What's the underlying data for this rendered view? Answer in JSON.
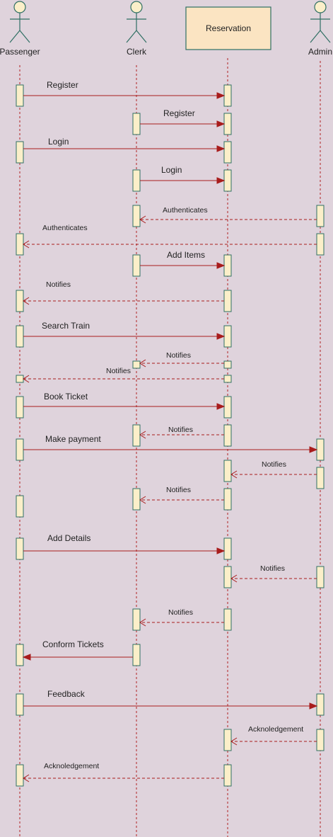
{
  "colors": {
    "background": "#dfd3dc",
    "lifeline": "#b22222",
    "activation_fill": "#fbefc9",
    "activation_stroke": "#2f6f63",
    "actor_stroke": "#2f6f63",
    "actor_fill": "#fbefc9",
    "object_fill": "#fbe4c2",
    "object_stroke": "#2f6f63",
    "arrow": "#a81c1c",
    "text": "#222222"
  },
  "participants": [
    {
      "id": "passenger",
      "label": "Passenger",
      "type": "actor"
    },
    {
      "id": "clerk",
      "label": "Clerk",
      "type": "actor"
    },
    {
      "id": "reservation",
      "label": "Reservation",
      "type": "object"
    },
    {
      "id": "admin",
      "label": "Admin",
      "type": "actor"
    }
  ],
  "messages": [
    {
      "from": "passenger",
      "to": "reservation",
      "label": "Register",
      "kind": "sync"
    },
    {
      "from": "clerk",
      "to": "reservation",
      "label": "Register",
      "kind": "sync"
    },
    {
      "from": "passenger",
      "to": "reservation",
      "label": "Login",
      "kind": "sync"
    },
    {
      "from": "clerk",
      "to": "reservation",
      "label": "Login",
      "kind": "sync"
    },
    {
      "from": "admin",
      "to": "clerk",
      "label": "Authenticates",
      "kind": "return"
    },
    {
      "from": "admin",
      "to": "passenger",
      "label": "Authenticates",
      "kind": "return"
    },
    {
      "from": "clerk",
      "to": "reservation",
      "label": "Add Items",
      "kind": "sync"
    },
    {
      "from": "reservation",
      "to": "passenger",
      "label": "Notifies",
      "kind": "return"
    },
    {
      "from": "passenger",
      "to": "reservation",
      "label": "Search Train",
      "kind": "sync"
    },
    {
      "from": "reservation",
      "to": "clerk",
      "label": "Notifies",
      "kind": "return"
    },
    {
      "from": "reservation",
      "to": "passenger",
      "label": "Notifies",
      "kind": "return"
    },
    {
      "from": "passenger",
      "to": "reservation",
      "label": "Book Ticket",
      "kind": "sync"
    },
    {
      "from": "reservation",
      "to": "clerk",
      "label": "Notifies",
      "kind": "return"
    },
    {
      "from": "passenger",
      "to": "admin",
      "label": "Make payment",
      "kind": "sync"
    },
    {
      "from": "admin",
      "to": "reservation",
      "label": "Notifies",
      "kind": "return"
    },
    {
      "from": "reservation",
      "to": "clerk",
      "label": "Notifies",
      "kind": "return"
    },
    {
      "from": "passenger",
      "to": "reservation",
      "label": "Add Details",
      "kind": "sync"
    },
    {
      "from": "admin",
      "to": "reservation",
      "label": "Notifies",
      "kind": "return"
    },
    {
      "from": "reservation",
      "to": "clerk",
      "label": "Notifies",
      "kind": "return"
    },
    {
      "from": "clerk",
      "to": "passenger",
      "label": "Conform Tickets",
      "kind": "sync"
    },
    {
      "from": "passenger",
      "to": "admin",
      "label": "Feedback",
      "kind": "sync"
    },
    {
      "from": "admin",
      "to": "reservation",
      "label": "Acknoledgement",
      "kind": "return"
    },
    {
      "from": "reservation",
      "to": "passenger",
      "label": "Acknoledgement",
      "kind": "return"
    }
  ]
}
